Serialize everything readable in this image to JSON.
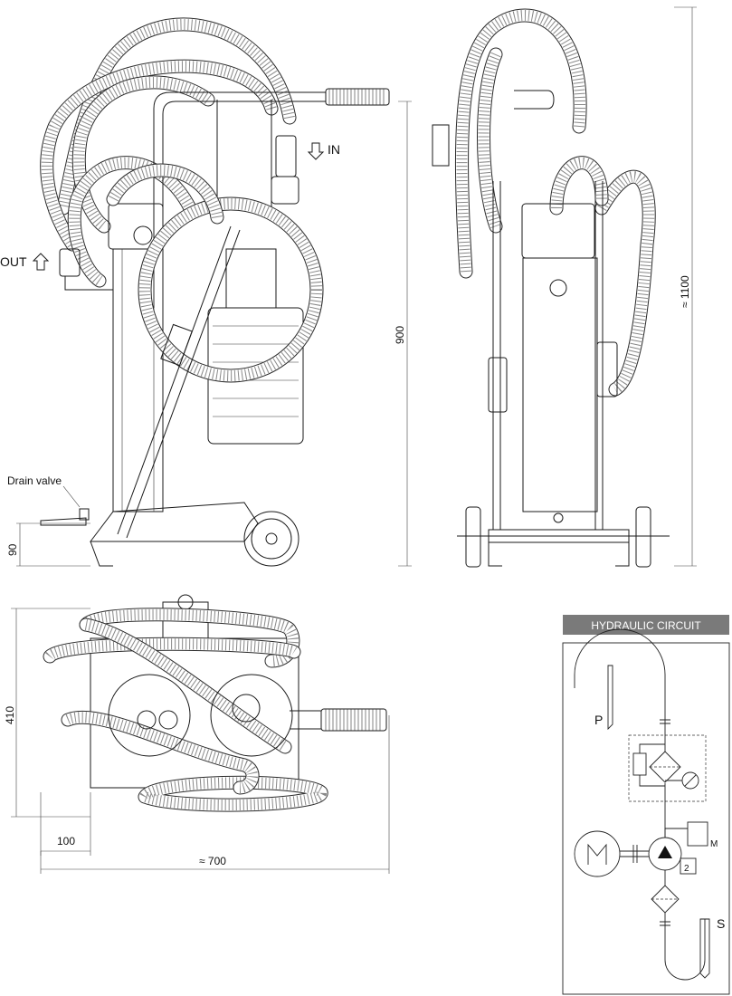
{
  "labels": {
    "in": "IN",
    "out": "OUT",
    "drain_valve": "Drain valve",
    "dim_90": "90",
    "dim_900": "900",
    "dim_1100": "≈ 1100",
    "dim_410": "410",
    "dim_100": "100",
    "dim_700": "≈ 700"
  },
  "hydraulic_circuit": {
    "title": "HYDRAULIC CIRCUIT",
    "p_label": "P",
    "s_label": "S",
    "m_label": "M",
    "pump_box_label": "2"
  },
  "icons": {
    "in_arrow": "arrow-down-outline-icon",
    "out_arrow": "arrow-up-outline-icon",
    "motor": "electric-motor-symbol-icon",
    "pump": "hydraulic-pump-symbol-icon",
    "filter": "filter-symbol-icon",
    "gauge": "pressure-gauge-symbol-icon",
    "relief_valve": "relief-valve-symbol-icon"
  }
}
